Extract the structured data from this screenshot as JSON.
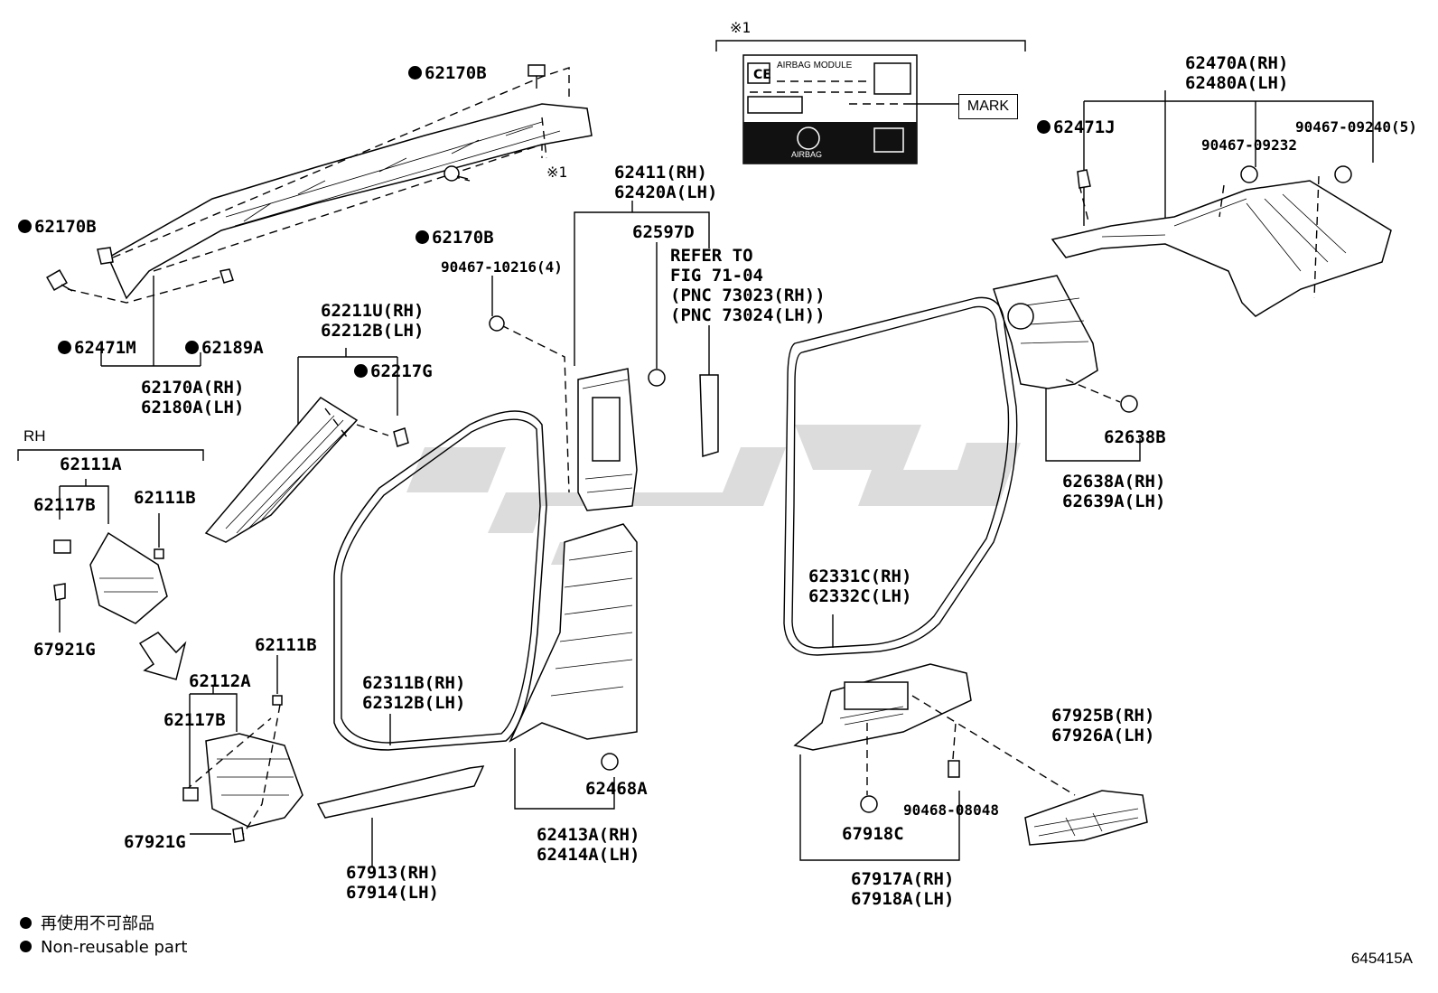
{
  "labels": {
    "p62170B_top": "62170B",
    "p62170B_left": "62170B",
    "p62170B_mid": "62170B",
    "p62471M": "62471M",
    "p62189A": "62189A",
    "p62170A_rh": "62170A(RH)",
    "p62180A_lh": "62180A(LH)",
    "note1_top": "※1",
    "note1_pillar": "※1",
    "mark": "MARK",
    "airbag_module": "AIRBAG MODULE",
    "airbag": "AIRBAG",
    "p62411_rh": "62411(RH)",
    "p62420A_lh": "62420A(LH)",
    "p62597D": "62597D",
    "p90467_10216": "90467-10216(4)",
    "refer1": "REFER TO",
    "refer2": "FIG 71-04",
    "refer3": "(PNC 73023(RH))",
    "refer4": "(PNC 73024(LH))",
    "p62211U_rh": "62211U(RH)",
    "p62212B_lh": "62212B(LH)",
    "p62217G": "62217G",
    "rh": "RH",
    "p62111A": "62111A",
    "p62117B_a": "62117B",
    "p62111B_a": "62111B",
    "p67921G_a": "67921G",
    "p62111B_b": "62111B",
    "p62112A": "62112A",
    "p62117B_b": "62117B",
    "p67921G_b": "67921G",
    "p62311B_rh": "62311B(RH)",
    "p62312B_lh": "62312B(LH)",
    "p67913_rh": "67913(RH)",
    "p67914_lh": "67914(LH)",
    "p62468A": "62468A",
    "p62413A_rh": "62413A(RH)",
    "p62414A_lh": "62414A(LH)",
    "p62470A_rh": "62470A(RH)",
    "p62480A_lh": "62480A(LH)",
    "p62471J": "62471J",
    "p90467_09240": "90467-09240(5)",
    "p90467_09232": "90467-09232",
    "p62638B": "62638B",
    "p62638A_rh": "62638A(RH)",
    "p62639A_lh": "62639A(LH)",
    "p62331C_rh": "62331C(RH)",
    "p62332C_lh": "62332C(LH)",
    "p67925B_rh": "67925B(RH)",
    "p67926A_lh": "67926A(LH)",
    "p90468_08048": "90468-08048",
    "p67918C": "67918C",
    "p67917A_rh": "67917A(RH)",
    "p67918A_lh": "67918A(LH)"
  },
  "legend": {
    "line1": "再使用不可部品",
    "line2": "Non-reusable part"
  },
  "diagram_code": "645415A"
}
